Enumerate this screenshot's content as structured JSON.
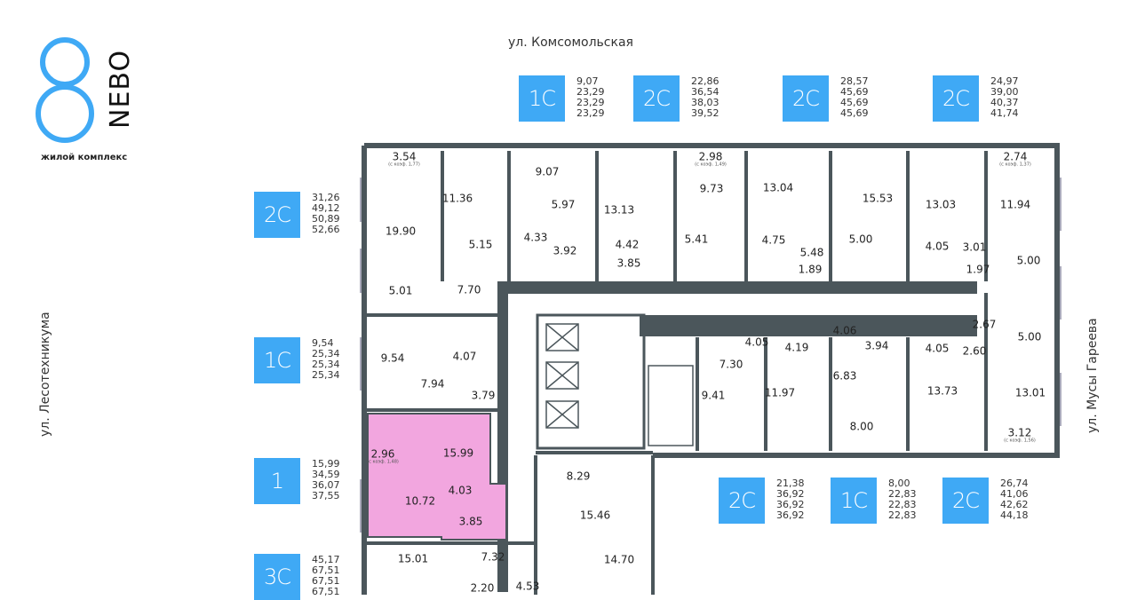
{
  "logo": {
    "mark": "8",
    "name": "NEBO",
    "subtitle": "жилой комплекс"
  },
  "streets": {
    "top": "ул. Комсомольская",
    "left": "ул. Лесотехникума",
    "right": "ул. Мусы Гареева"
  },
  "colors": {
    "accent": "#3fa9f5",
    "wall": "#4b565b",
    "highlight": "#f2a6df"
  },
  "legend": [
    {
      "type": "1С",
      "areas": [
        "9,07",
        "23,29",
        "23,29",
        "23,29"
      ]
    },
    {
      "type": "2С",
      "areas": [
        "22,86",
        "36,54",
        "38,03",
        "39,52"
      ]
    },
    {
      "type": "2С",
      "areas": [
        "28,57",
        "45,69",
        "45,69",
        "45,69"
      ]
    },
    {
      "type": "2С",
      "areas": [
        "24,97",
        "39,00",
        "40,37",
        "41,74"
      ]
    },
    {
      "type": "2С",
      "areas": [
        "31,26",
        "49,12",
        "50,89",
        "52,66"
      ]
    },
    {
      "type": "1С",
      "areas": [
        "9,54",
        "25,34",
        "25,34",
        "25,34"
      ]
    },
    {
      "type": "1",
      "areas": [
        "15,99",
        "34,59",
        "36,07",
        "37,55"
      ]
    },
    {
      "type": "3С",
      "areas": [
        "45,17",
        "67,51",
        "67,51",
        "67,51"
      ]
    },
    {
      "type": "2С",
      "areas": [
        "21,38",
        "36,92",
        "36,92",
        "36,92"
      ]
    },
    {
      "type": "1С",
      "areas": [
        "8,00",
        "22,83",
        "22,83",
        "22,83"
      ]
    },
    {
      "type": "2С",
      "areas": [
        "26,74",
        "41,06",
        "42,62",
        "44,18"
      ]
    }
  ],
  "rooms": [
    {
      "a": "3.54",
      "n": "(с коэф. 1,77)"
    },
    {
      "a": "11.36"
    },
    {
      "a": "9.07"
    },
    {
      "a": "5.97"
    },
    {
      "a": "13.13"
    },
    {
      "a": "2.98",
      "n": "(с коэф. 1,49)"
    },
    {
      "a": "9.73"
    },
    {
      "a": "13.04"
    },
    {
      "a": "15.53"
    },
    {
      "a": "13.03"
    },
    {
      "a": "2.74",
      "n": "(с коэф. 1,37)"
    },
    {
      "a": "11.94"
    },
    {
      "a": "19.90"
    },
    {
      "a": "5.15"
    },
    {
      "a": "4.33"
    },
    {
      "a": "3.92"
    },
    {
      "a": "4.42"
    },
    {
      "a": "5.41"
    },
    {
      "a": "4.75"
    },
    {
      "a": "5.00"
    },
    {
      "a": "4.05"
    },
    {
      "a": "3.01"
    },
    {
      "a": "5.00"
    },
    {
      "a": "3.85"
    },
    {
      "a": "5.48"
    },
    {
      "a": "1.89"
    },
    {
      "a": "1.97"
    },
    {
      "a": "5.01"
    },
    {
      "a": "7.70"
    },
    {
      "a": "4.05"
    },
    {
      "a": "4.19"
    },
    {
      "a": "4.06"
    },
    {
      "a": "3.94"
    },
    {
      "a": "4.05"
    },
    {
      "a": "2.67"
    },
    {
      "a": "5.00"
    },
    {
      "a": "2.60"
    },
    {
      "a": "9.54"
    },
    {
      "a": "4.07"
    },
    {
      "a": "7.94"
    },
    {
      "a": "3.79"
    },
    {
      "a": "7.30"
    },
    {
      "a": "6.83"
    },
    {
      "a": "9.41"
    },
    {
      "a": "11.97"
    },
    {
      "a": "13.73"
    },
    {
      "a": "13.01"
    },
    {
      "a": "8.00"
    },
    {
      "a": "3.12",
      "n": "(с коэф. 1,56)"
    },
    {
      "a": "2.96",
      "n": "(с коэф. 1,48)"
    },
    {
      "a": "15.99"
    },
    {
      "a": "4.03"
    },
    {
      "a": "8.29"
    },
    {
      "a": "15.46"
    },
    {
      "a": "10.72"
    },
    {
      "a": "3.85"
    },
    {
      "a": "15.01"
    },
    {
      "a": "7.32"
    },
    {
      "a": "14.70"
    },
    {
      "a": "2.20"
    },
    {
      "a": "4.53"
    }
  ]
}
